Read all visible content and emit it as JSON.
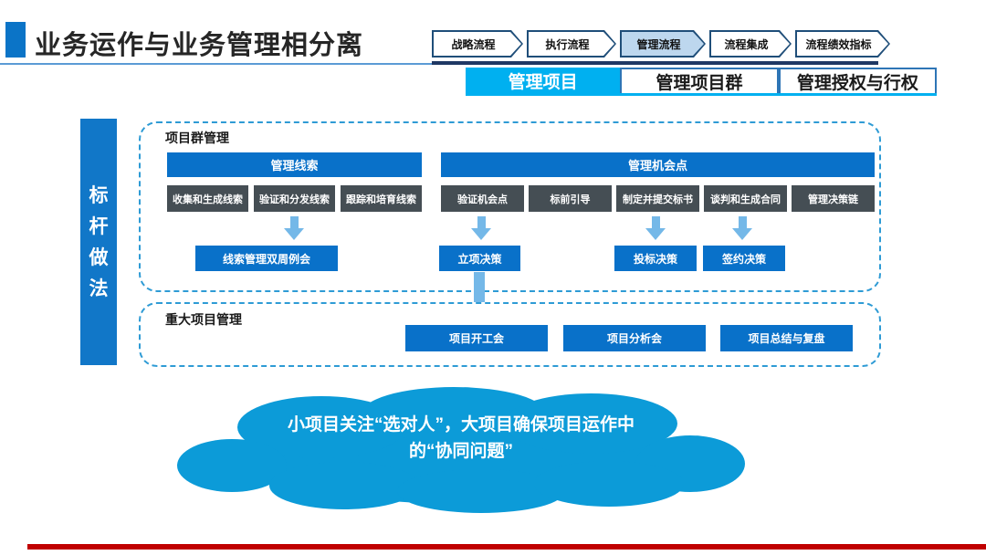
{
  "header": {
    "title": "业务运作与业务管理相分离",
    "chevrons": [
      {
        "label": "战略流程"
      },
      {
        "label": "执行流程"
      },
      {
        "label": "管理流程"
      },
      {
        "label": "流程集成"
      },
      {
        "label": "流程绩效指标"
      }
    ],
    "tabs": [
      {
        "label": "管理项目"
      },
      {
        "label": "管理项目群"
      },
      {
        "label": "管理授权与行权"
      }
    ]
  },
  "sidebar": {
    "chars": [
      "标",
      "杆",
      "做",
      "法"
    ],
    "label": "标杆做法"
  },
  "program_section": {
    "title": "项目群管理",
    "lead": {
      "header": "管理线索",
      "steps": [
        "收集和生成线索",
        "验证和分发线索",
        "跟踪和培育线索"
      ],
      "meeting": "线索管理双周例会"
    },
    "opportunity": {
      "header": "管理机会点",
      "steps": [
        "验证机会点",
        "标前引导",
        "制定并提交标书",
        "谈判和生成合同",
        "管理决策链"
      ],
      "decisions": [
        "立项决策",
        "投标决策",
        "签约决策"
      ]
    }
  },
  "major_section": {
    "title": "重大项目管理",
    "items": [
      "项目开工会",
      "项目分析会",
      "项目总结与复盘"
    ]
  },
  "callout": {
    "text": "小项目关注“选对人”，大项目确保项目运作中的“协同问题”"
  },
  "colors": {
    "accent_blue": "#0971C9",
    "banner_blue": "#1177C8",
    "tab_cyan": "#00B0F0",
    "chevron_active_fill": "#BDD7EE",
    "chevron_border_navy": "#1F4E79",
    "step_dark_gray": "#454E54",
    "arrow_light_blue": "#74B8E8",
    "dashed_border_blue": "#2E9BD5",
    "cloud_blue": "#0C9BD8",
    "footer_red": "#C00000"
  }
}
